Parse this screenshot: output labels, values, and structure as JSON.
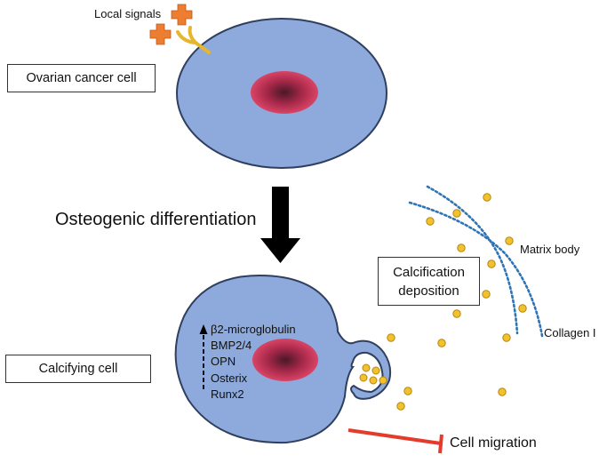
{
  "labels": {
    "local_signals": "Local signals",
    "ovarian_cancer_cell": "Ovarian cancer cell",
    "osteogenic_differentiation": "Osteogenic differentiation",
    "calcification_deposition_line1": "Calcification",
    "calcification_deposition_line2": "deposition",
    "matrix_body": "Matrix body",
    "collagen": "Collagen I",
    "calcifying_cell": "Calcifying cell",
    "cell_migration": "Cell migration"
  },
  "markers": [
    "β2-microglobulin",
    "BMP2/4",
    "OPN",
    "Osterix",
    "Runx2"
  ],
  "colors": {
    "cell_fill": "#8EA9DB",
    "cell_stroke": "#2F3F5F",
    "nucleus": "#C0304F",
    "signal": "#ED7D31",
    "receptor": "#E8B62C",
    "particle": "#F2C12E",
    "collagen": "#2E75B6",
    "inhibition": "#E53B2A",
    "arrow": "#000000"
  }
}
